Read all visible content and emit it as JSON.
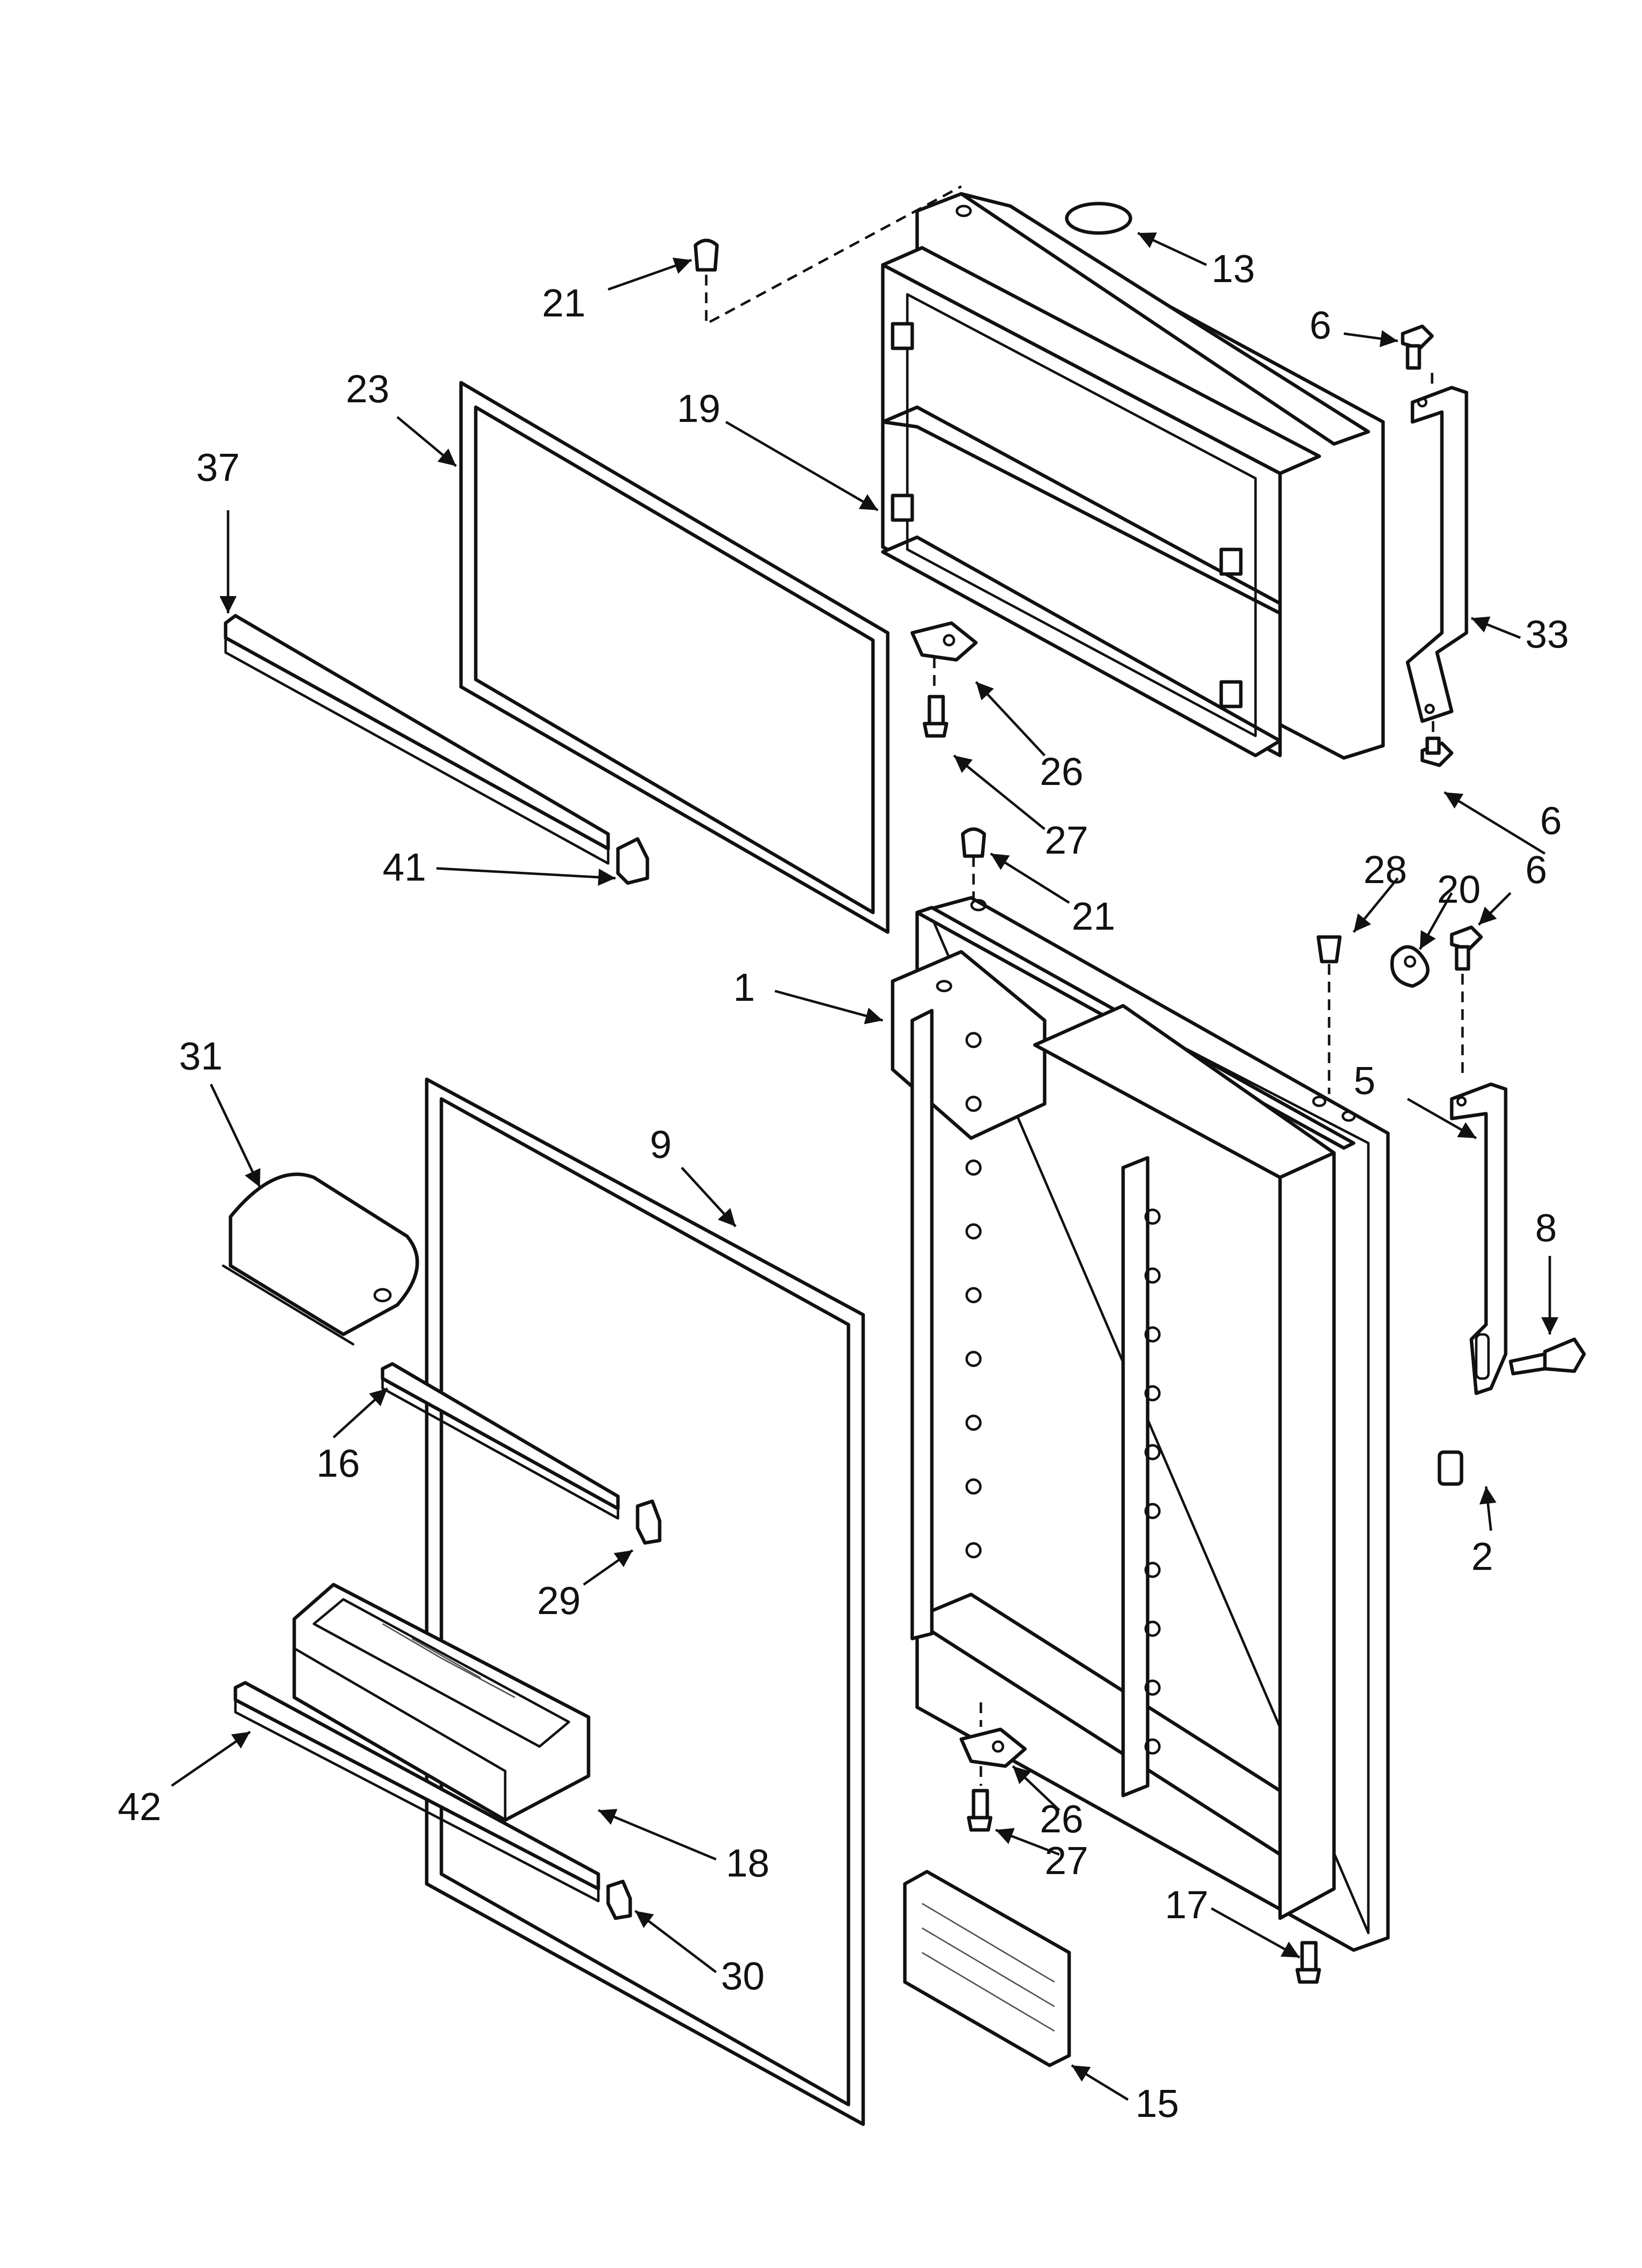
{
  "callouts": {
    "c1": "1",
    "c2": "2",
    "c5": "5",
    "c6a": "6",
    "c6b": "6",
    "c6c": "6",
    "c8": "8",
    "c9": "9",
    "c13": "13",
    "c15": "15",
    "c16": "16",
    "c17": "17",
    "c18": "18",
    "c19": "19",
    "c20": "20",
    "c21a": "21",
    "c21b": "21",
    "c23": "23",
    "c26a": "26",
    "c26b": "26",
    "c27a": "27",
    "c27b": "27",
    "c28": "28",
    "c29": "29",
    "c30": "30",
    "c31": "31",
    "c33": "33",
    "c37": "37",
    "c41": "41",
    "c42": "42"
  },
  "colors": {
    "line": "#111111",
    "background": "#ffffff"
  }
}
